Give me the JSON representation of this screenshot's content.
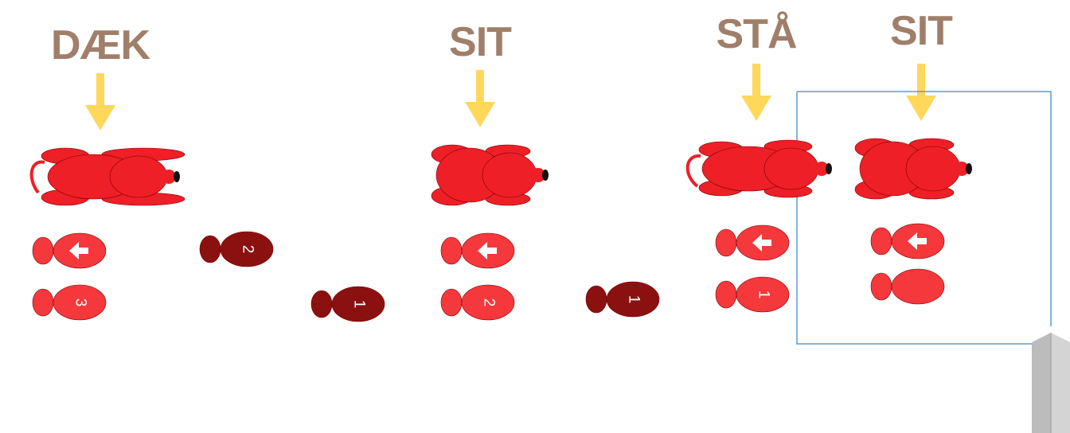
{
  "commands": [
    {
      "label": "DÆK"
    },
    {
      "label": "SIT"
    },
    {
      "label": "STÅ"
    },
    {
      "label": "SIT"
    }
  ],
  "dogs": [
    {
      "pose": "dæk-lying-down"
    },
    {
      "pose": "sit"
    },
    {
      "pose": "stå-standing"
    },
    {
      "pose": "sit"
    }
  ],
  "steps": [
    {
      "mark": "arrow",
      "tone": "light"
    },
    {
      "mark": "3",
      "tone": "light"
    },
    {
      "mark": "2",
      "tone": "dark"
    },
    {
      "mark": "1",
      "tone": "dark"
    },
    {
      "mark": "arrow",
      "tone": "light"
    },
    {
      "mark": "2",
      "tone": "light"
    },
    {
      "mark": "1",
      "tone": "dark"
    },
    {
      "mark": "arrow",
      "tone": "light"
    },
    {
      "mark": "1",
      "tone": "light"
    },
    {
      "mark": "arrow",
      "tone": "light"
    },
    {
      "mark": "",
      "tone": "light"
    }
  ],
  "colors": {
    "command_text": "#a07f6a",
    "arrow": "#ffd75a",
    "dog_body": "#ee1f27",
    "step_light": "#f5383c",
    "step_dark": "#8b1111",
    "box_border": "#5b9bd5",
    "sign": "#c8c8c8"
  }
}
